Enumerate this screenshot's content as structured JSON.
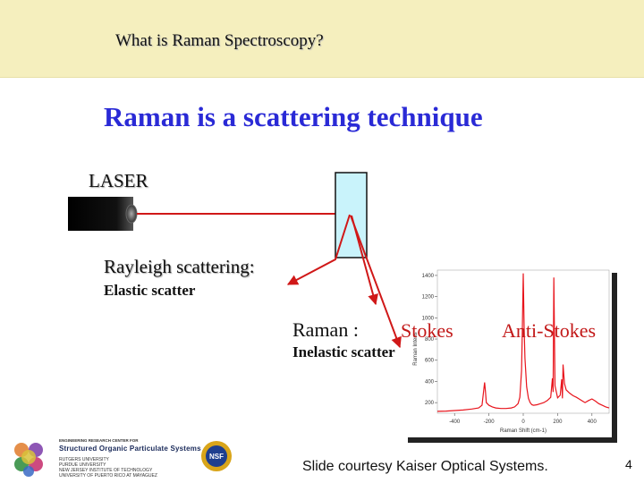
{
  "header": {
    "title": "What is Raman Spectroscopy?"
  },
  "main_title": "Raman is a scattering technique",
  "diagram": {
    "laser_label": "LASER",
    "rayleigh_label": "Rayleigh scattering:",
    "elastic_label": "Elastic scatter",
    "raman_label": "Raman :",
    "inelastic_label": "Inelastic scatter",
    "stokes_label": "Stokes",
    "antistokes_label": "Anti-Stokes"
  },
  "chart_data": {
    "type": "line",
    "xlabel": "Raman Shift (cm-1)",
    "ylabel": "Raman Intens",
    "xlim": [
      -500,
      500
    ],
    "ylim": [
      100,
      1450
    ],
    "x_reversed": true,
    "x_ticks": [
      -400,
      -200,
      0,
      200,
      400
    ],
    "x_tick_labels": [
      "400",
      "200",
      "0",
      "-200",
      "-400"
    ],
    "y_ticks": [
      200,
      400,
      600,
      800,
      1000,
      1200,
      1400
    ],
    "y_tick_labels": [
      "200",
      "400",
      "600",
      "800",
      "1000",
      "1200",
      "1400"
    ],
    "series": [
      {
        "color": "#e8141c",
        "x": [
          -500,
          -480,
          -460,
          -440,
          -420,
          -400,
          -380,
          -360,
          -350,
          -330,
          -310,
          -290,
          -270,
          -250,
          -240,
          -232,
          -228,
          -224,
          -215,
          -200,
          -185,
          -178,
          -174,
          -170,
          -160,
          -140,
          -120,
          -100,
          -80,
          -60,
          -50,
          -40,
          -30,
          -20,
          -10,
          -5,
          0,
          5,
          10,
          20,
          30,
          50,
          70,
          100,
          130,
          160,
          180,
          200,
          215,
          220,
          225,
          240,
          260,
          300,
          350,
          400,
          450,
          500
        ],
        "y": [
          150,
          160,
          175,
          190,
          215,
          235,
          220,
          200,
          210,
          230,
          250,
          265,
          290,
          320,
          380,
          560,
          240,
          420,
          270,
          245,
          360,
          1380,
          300,
          430,
          250,
          220,
          200,
          190,
          180,
          175,
          180,
          200,
          240,
          350,
          620,
          900,
          1420,
          900,
          500,
          250,
          190,
          160,
          150,
          145,
          145,
          150,
          160,
          175,
          200,
          300,
          390,
          175,
          150,
          140,
          130,
          125,
          120,
          118
        ]
      }
    ]
  },
  "credit": "Slide courtesy Kaiser Optical Systems.",
  "page_number": "4",
  "institution": {
    "header": "ENGINEERING RESEARCH CENTER FOR",
    "name": "Structured Organic Particulate Systems",
    "members": [
      "RUTGERS UNIVERSITY",
      "PURDUE UNIVERSITY",
      "NEW JERSEY INSTITUTE OF TECHNOLOGY",
      "UNIVERSITY OF PUERTO RICO AT MAYAGUEZ"
    ]
  },
  "nsf_logo_text": "NSF"
}
